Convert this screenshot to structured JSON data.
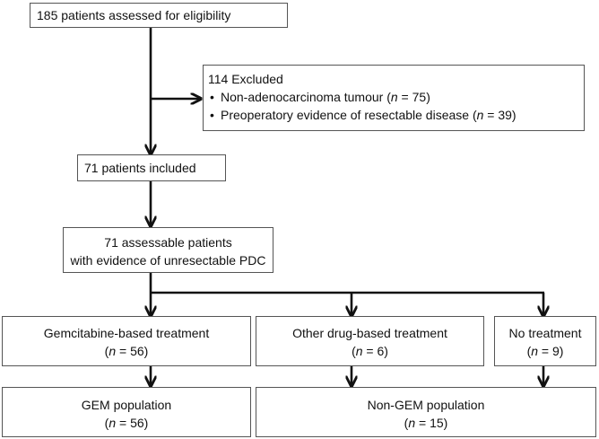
{
  "assessed": {
    "text": "185 patients assessed for eligibility"
  },
  "excluded": {
    "title": "114 Excluded",
    "items": [
      {
        "label": "Non-adenocarcinoma tumour (",
        "n_var": "n",
        "n_rest": " = 75)"
      },
      {
        "label": "Preoperatory evidence of resectable disease (",
        "n_var": "n",
        "n_rest": " = 39)"
      }
    ]
  },
  "included": {
    "text": "71 patients included"
  },
  "assessable": {
    "line1": "71 assessable patients",
    "line2": "with evidence of unresectable PDC"
  },
  "treatments": [
    {
      "label": "Gemcitabine-based treatment",
      "open": "(",
      "n_var": "n",
      "n_rest": " = 56)"
    },
    {
      "label": "Other drug-based treatment",
      "open": "(",
      "n_var": "n",
      "n_rest": " = 6)"
    },
    {
      "label": "No treatment",
      "open": "(",
      "n_var": "n",
      "n_rest": " = 9)"
    }
  ],
  "populations": [
    {
      "label": "GEM population",
      "open": "(",
      "n_var": "n",
      "n_rest": " = 56)"
    },
    {
      "label": "Non-GEM population",
      "open": "(",
      "n_var": "n",
      "n_rest": " = 15)"
    }
  ]
}
